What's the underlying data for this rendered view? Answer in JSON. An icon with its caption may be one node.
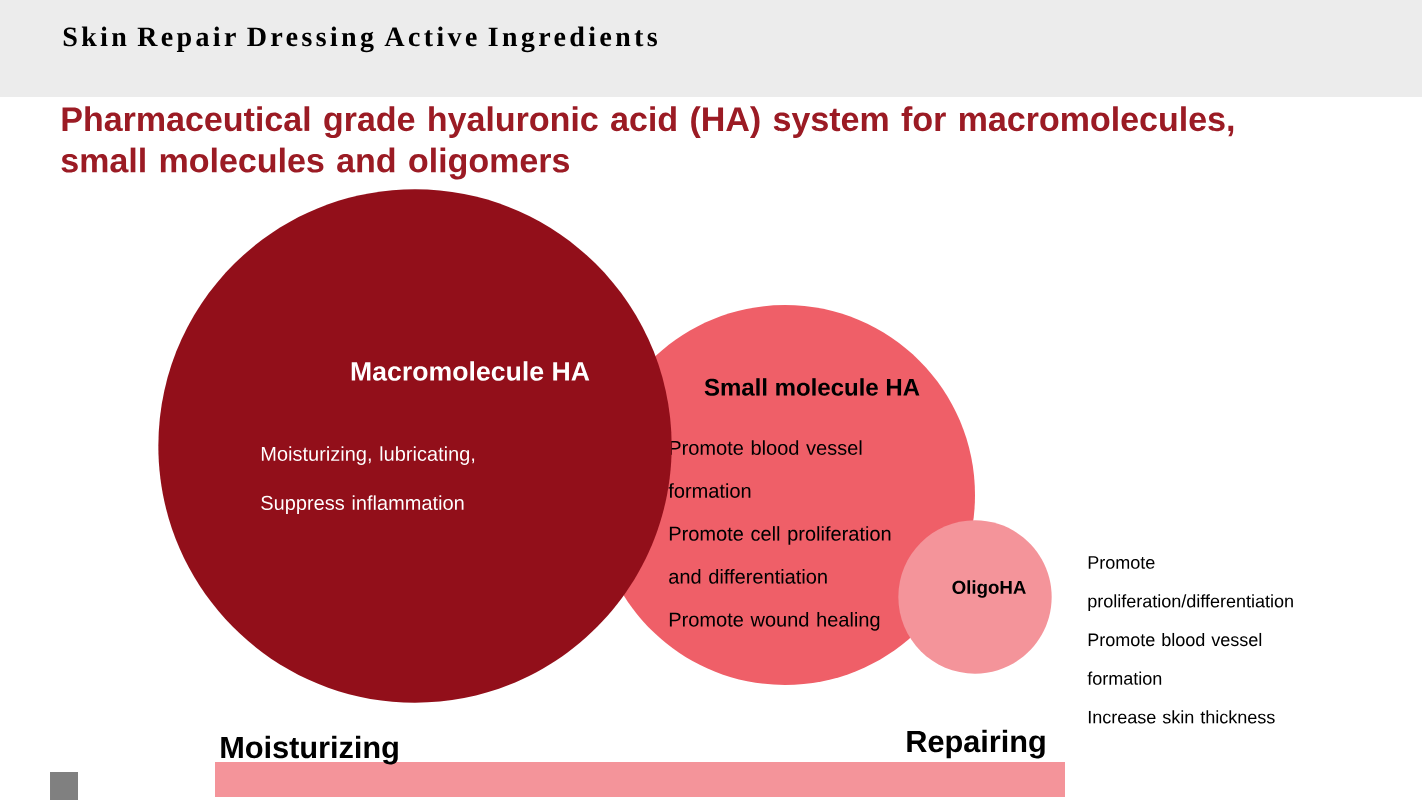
{
  "diagram": {
    "title": "Skin Repair Dressing Active Ingredients",
    "nodes": [
      {
        "text": [
          "Macromolecule HA",
          "Moisturizing, lubricating, Suppress inflammation"
        ]
      },
      {
        "text": [
          "Small molecule HA",
          "Promote blood vessel formation",
          "Promote cell proliferation and differentiation",
          "Promote wound healing"
        ]
      },
      {
        "text": [
          "OligoHA"
        ],
        "beside": [
          "Promote proliferation/differentiation",
          "Promote blood vessel formation",
          "Increase skin thickness"
        ]
      },
      {
        "text": [],
        "shape": "bar"
      }
    ],
    "labels": [
      "Pharmaceutical grade hyaluronic acid (HA) system for macromolecules, small molecules and oligomers",
      "Moisturizing",
      "Repairing"
    ]
  }
}
